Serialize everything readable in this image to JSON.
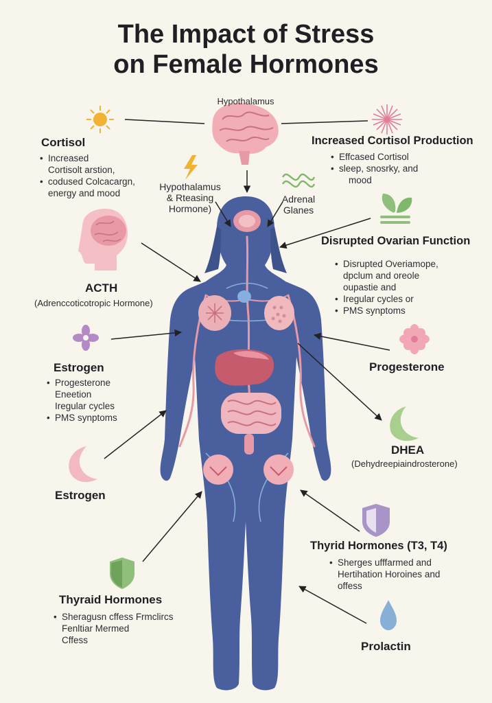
{
  "title_line1": "The Impact of Stress",
  "title_line2": "on Female Hormones",
  "colors": {
    "background": "#f7f5ec",
    "body": "#4a5f9e",
    "organ_pink": "#e79aa5",
    "arrow": "#222222",
    "green": "#8fbf7a"
  },
  "labels": {
    "hypothalamus_top": "Hypothalamus",
    "hrh_line1": "Hypothalamus",
    "hrh_line2": "& Rteasing",
    "hrh_line3": "Hormone)",
    "adrenal_line1": "Adrenal",
    "adrenal_line2": "Glanes"
  },
  "left": {
    "cortisol": {
      "heading": "Cortisol",
      "items": [
        "Increased",
        "Cortisolt arstion,",
        "codused Colcacargn,",
        "energy and mood"
      ]
    },
    "acth": {
      "heading": "ACTH",
      "subheading": "(Adrenccoticotropic Hormone)"
    },
    "estrogen1": {
      "heading": "Estrogen",
      "items": [
        "Progesterone",
        "Eneetion",
        "Iregular cycles",
        "PMS synptoms"
      ]
    },
    "estrogen2": {
      "heading": "Estrogen"
    },
    "thyroid": {
      "heading": "Thyraid Hormones",
      "items": [
        "Sheragusn cffess Frmclircs",
        "Fenltiar Mermed",
        "Cffess"
      ]
    }
  },
  "right": {
    "cortisol_prod": {
      "heading": "Increased Cortisol Production",
      "items": [
        "Effcased Cortisol",
        "sleep, snosrky, and",
        "mood"
      ]
    },
    "ovarian": {
      "heading": "Disrupted Ovarian Function",
      "items": [
        "Disrupted Overiamope,",
        "dpclum and oreole",
        "oupastie and",
        "Iregular cycles or",
        "PMS synptoms"
      ]
    },
    "progesterone": {
      "heading": "Progesterone"
    },
    "dhea": {
      "heading": "DHEA",
      "subheading": "(Dehydreepiaindrosterone)"
    },
    "thyroid_t3t4": {
      "heading": "Thyrid Hormones (T3, T4)",
      "items": [
        "Sherges ufffarmed and",
        "Hertihation Horoines and",
        "offess"
      ]
    },
    "prolactin": {
      "heading": "Prolactin"
    }
  }
}
